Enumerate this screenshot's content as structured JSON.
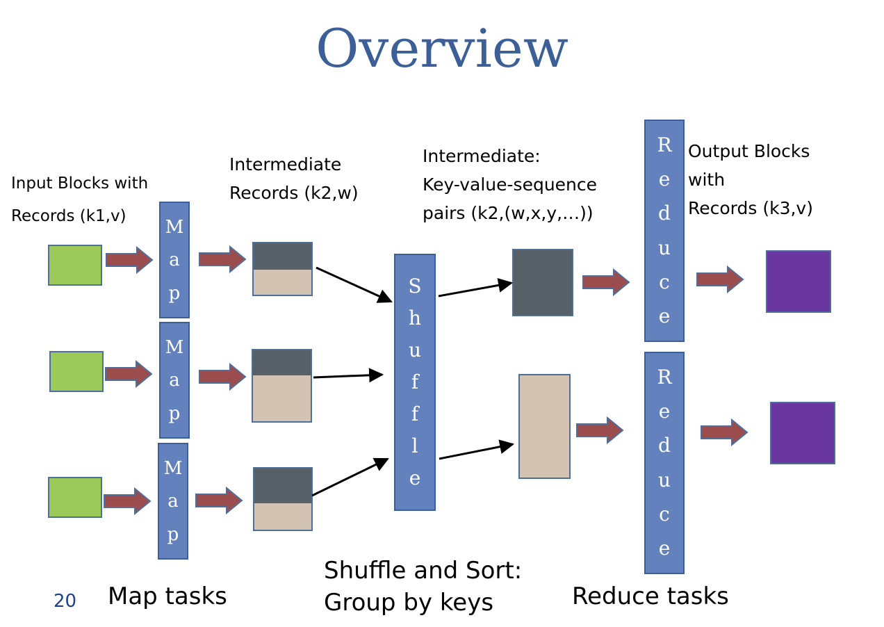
{
  "title": "Overview",
  "labels": {
    "input_line1": "Input Blocks with",
    "input_line2": "Records (k1,v)",
    "intermediate_line1": "Intermediate",
    "intermediate_line2": "Records (k2,w)",
    "kvs_line1": "Intermediate:",
    "kvs_line2": "Key-value-sequence",
    "kvs_line3": "pairs  (k2,(w,x,y,…))",
    "output_line1": "Output Blocks",
    "output_line2": "with",
    "output_line3": "Records (k3,v)",
    "map_tasks": "Map tasks",
    "shuffle_line1": "Shuffle and Sort:",
    "shuffle_line2": "Group by keys",
    "reduce_tasks": "Reduce tasks",
    "page_number": "20"
  },
  "boxes": {
    "map": [
      "M",
      "a",
      "p"
    ],
    "shuffle": [
      "S",
      "h",
      "u",
      "f",
      "f",
      "l",
      "e"
    ],
    "reduce": [
      "R",
      "e",
      "d",
      "u",
      "c",
      "e"
    ]
  },
  "colors": {
    "title": "#3d5f98",
    "input_block": "#9dc95b",
    "output_block": "#6a36a0",
    "key_dark": "#566066",
    "value_tan": "#d3c3b3",
    "task_box": "#6281bd",
    "block_arrow": "#9b4d4d"
  }
}
